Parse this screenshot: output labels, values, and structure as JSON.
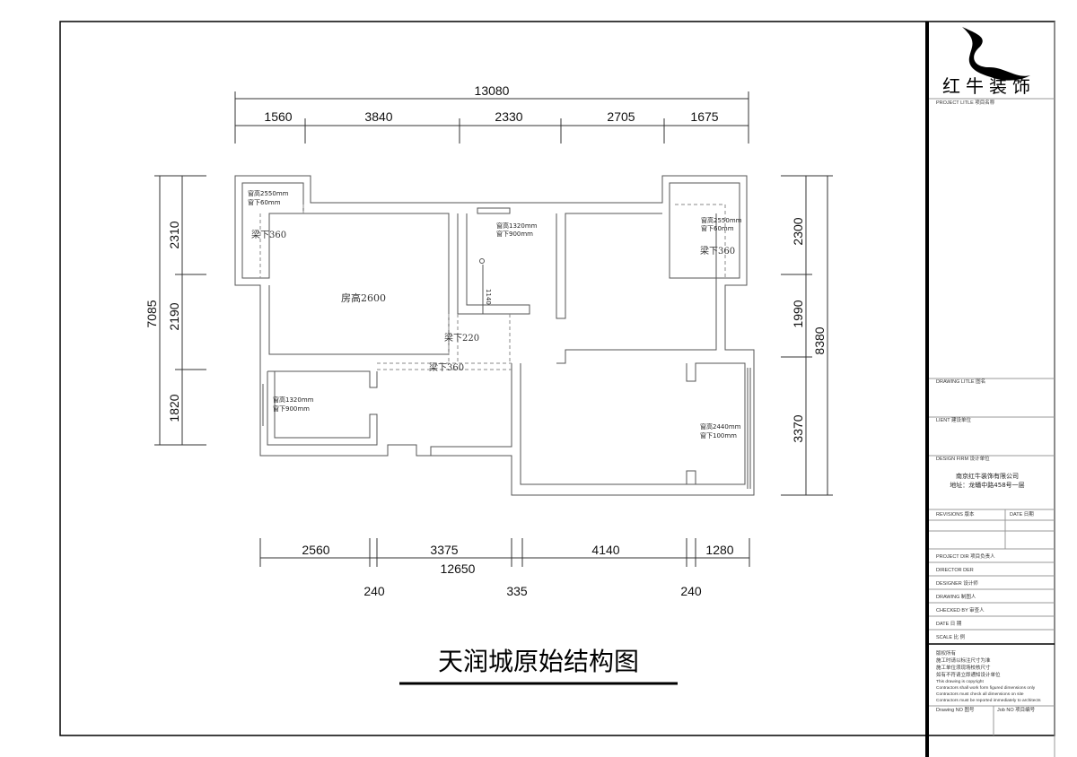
{
  "title": "天润城原始结构图",
  "logo": {
    "text": "红牛装饰"
  },
  "dimensions": {
    "top_total": "13080",
    "top_segments": [
      "1560",
      "3840",
      "2330",
      "2705",
      "1675"
    ],
    "left_total": "7085",
    "left_segments": [
      "2310",
      "2190",
      "1820"
    ],
    "right_total": "8380",
    "right_segments": [
      "2300",
      "1990",
      "3370"
    ],
    "bottom_segments": [
      "2560",
      "3375",
      "4140",
      "1280"
    ],
    "bottom_total": "12650",
    "bottom_walls": [
      "240",
      "335",
      "240"
    ]
  },
  "labels": {
    "room_height": "房高2600",
    "win_tl_1": "窗高2550mm",
    "win_tl_2": "窗下60mm",
    "beam_tl": "梁下360",
    "win_tc_1": "窗高1320mm",
    "win_tc_2": "窗下900mm",
    "win_tr_1": "窗高2550mm",
    "win_tr_2": "窗下60mm",
    "beam_tr": "梁下360",
    "dim_1140": "1140",
    "beam_220": "梁下220",
    "beam_360": "梁下360",
    "win_bl_1": "窗高1320mm",
    "win_bl_2": "窗下900mm",
    "win_br_1": "窗高2440mm",
    "win_br_2": "窗下100mm"
  },
  "title_block": {
    "project_title": "PROJECT LITLE  项目名称",
    "drawing_title": "DRAWING LITLE  图名",
    "client": "LIENT  建设单位",
    "design_firm": "DESIGN FIRM  设计单位",
    "company": "南京红牛装饰有限公司",
    "address": "地址：龙蟠中路458号一层",
    "revisions": "REVISIONS  版本",
    "date_col": "DATE  日期",
    "project_dir": "PROJECT DIR   项目负责人",
    "director": "DIRECTOR DER",
    "designer": "DESIGNER      设计师",
    "drawing": "DRAWING        制图人",
    "checked": "CHECKED BY    审查人",
    "date": "DATE             日  期",
    "scale": "SCALE            比  例",
    "notes": [
      "版权所有",
      "施工时请以标注尺寸为准",
      "施工单位须现场校核尺寸",
      "如有不符请立即通知设计单位",
      "This drawing is copyright",
      "Contractors shall work form figured dimensions only",
      "Contractors must check all dimensions on site",
      "Contractors must be reported immediately to architects"
    ],
    "drawing_no": "Drawing NO  图号",
    "job_no": "Job NO  项目编号"
  }
}
